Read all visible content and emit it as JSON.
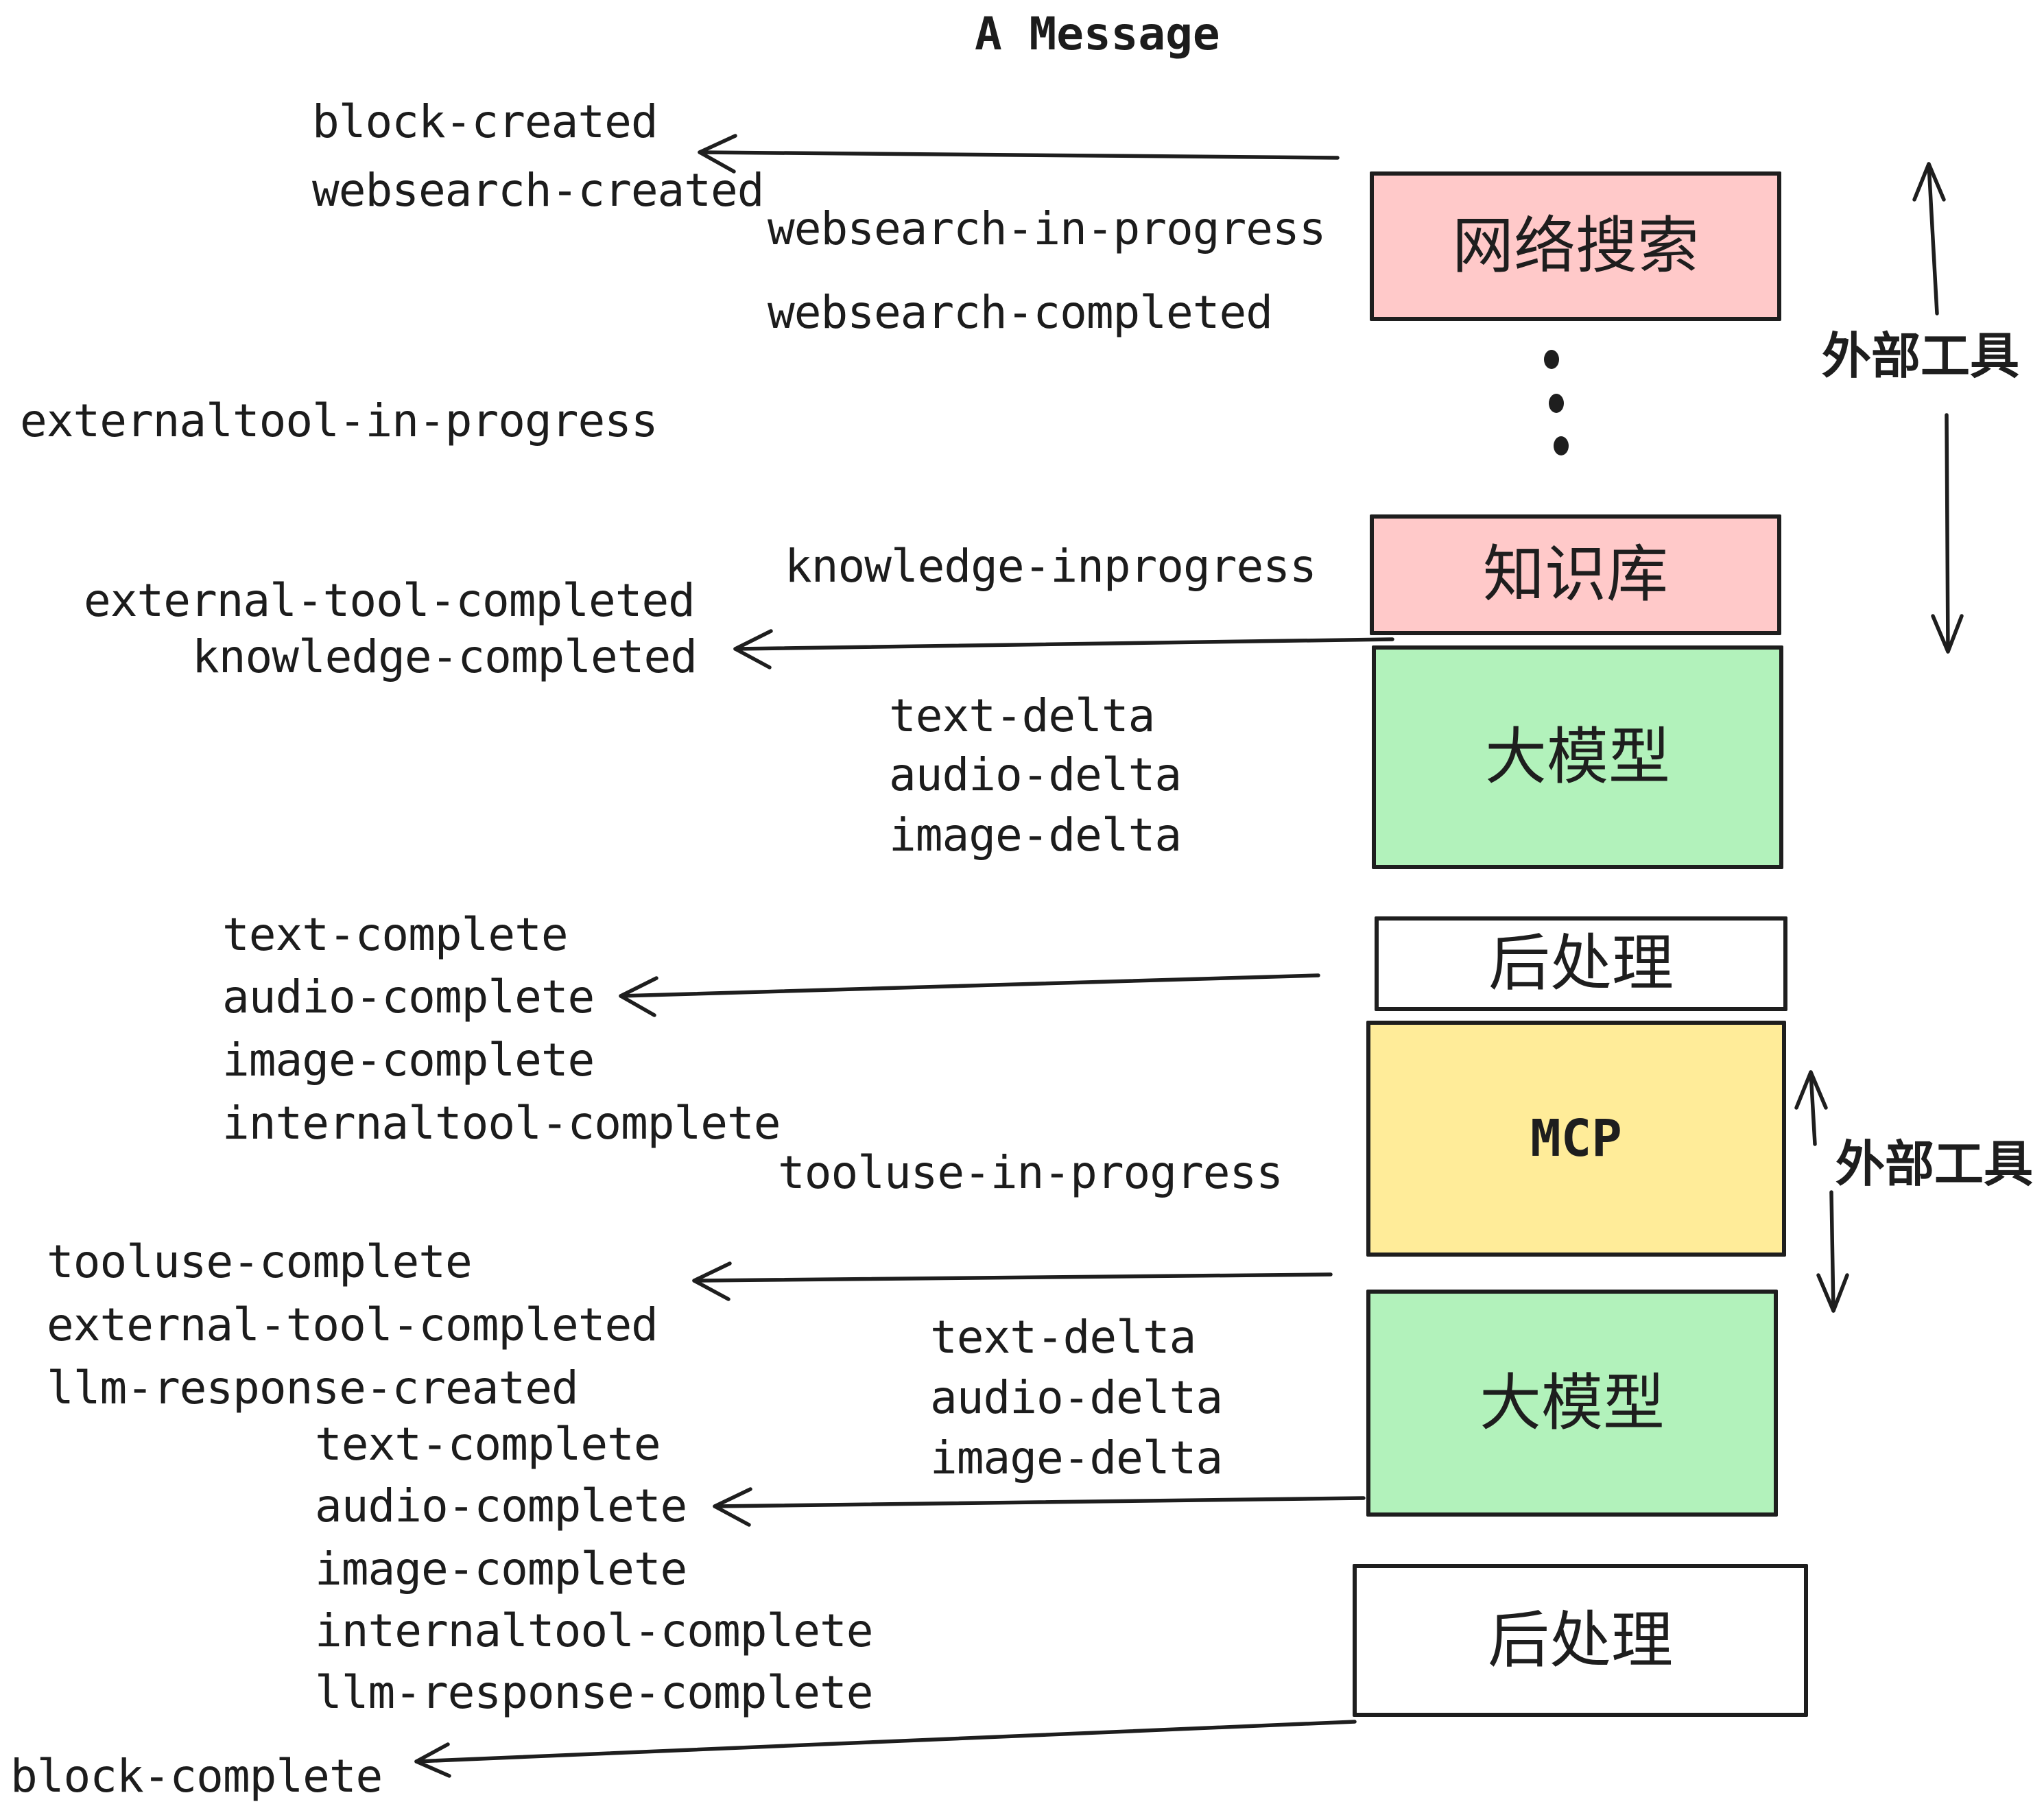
{
  "title": "A Message",
  "colors": {
    "pink": "#ffc9c9",
    "green": "#b2f2bb",
    "yellow": "#ffec99",
    "white": "#ffffff",
    "stroke": "#1e1e1e",
    "text": "#1c1c1c"
  },
  "events": [
    "block-created",
    "websearch-created",
    "websearch-in-progress",
    "websearch-completed",
    "externaltool-in-progress",
    "knowledge-inprogress",
    "external-tool-completed",
    "knowledge-completed",
    "text-delta",
    "audio-delta",
    "image-delta",
    "text-complete",
    "audio-complete",
    "image-complete",
    "internaltool-complete",
    "tooluse-in-progress",
    "tooluse-complete",
    "external-tool-completed",
    "llm-response-created",
    "text-complete",
    "text-delta",
    "audio-delta",
    "image-delta",
    "audio-complete",
    "image-complete",
    "internaltool-complete",
    "llm-response-complete",
    "block-complete"
  ],
  "boxes": [
    {
      "label": "网络搜索",
      "color": "pink"
    },
    {
      "label": "知识库",
      "color": "pink"
    },
    {
      "label": "大模型",
      "color": "green"
    },
    {
      "label": "后处理",
      "color": "white"
    },
    {
      "label": "MCP",
      "color": "yellow"
    },
    {
      "label": "大模型",
      "color": "green"
    },
    {
      "label": "后处理",
      "color": "white"
    }
  ],
  "side_labels": [
    {
      "label": "外部工具"
    },
    {
      "label": "外部工具"
    }
  ]
}
